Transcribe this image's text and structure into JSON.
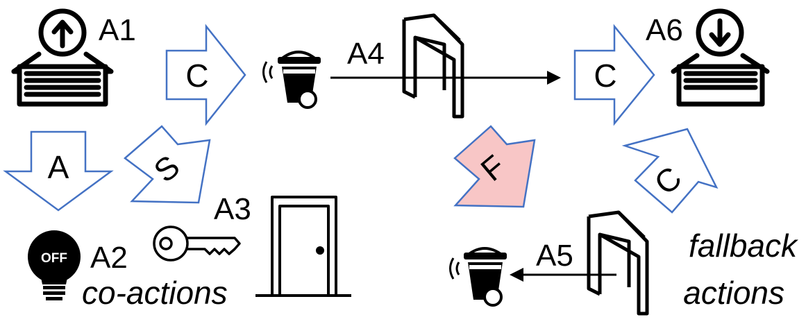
{
  "labels": {
    "a1": "A1",
    "a2": "A2",
    "a3": "A3",
    "a4": "A4",
    "a5": "A5",
    "a6": "A6"
  },
  "arrows": {
    "c_top_left": "C",
    "a_down": "A",
    "s_diag": "S",
    "c_top_right": "C",
    "f_diag": "F",
    "c_diag_right": "C"
  },
  "captions": {
    "co_actions": "co-actions",
    "fallback_line1": "fallback",
    "fallback_line2": "actions"
  },
  "icons": {
    "off_badge": "OFF"
  },
  "colors": {
    "arrow_outline": "#4472C4",
    "fallback_fill": "#F8C6C6",
    "fallback_outline": "#4472C4",
    "ink": "#000000"
  }
}
